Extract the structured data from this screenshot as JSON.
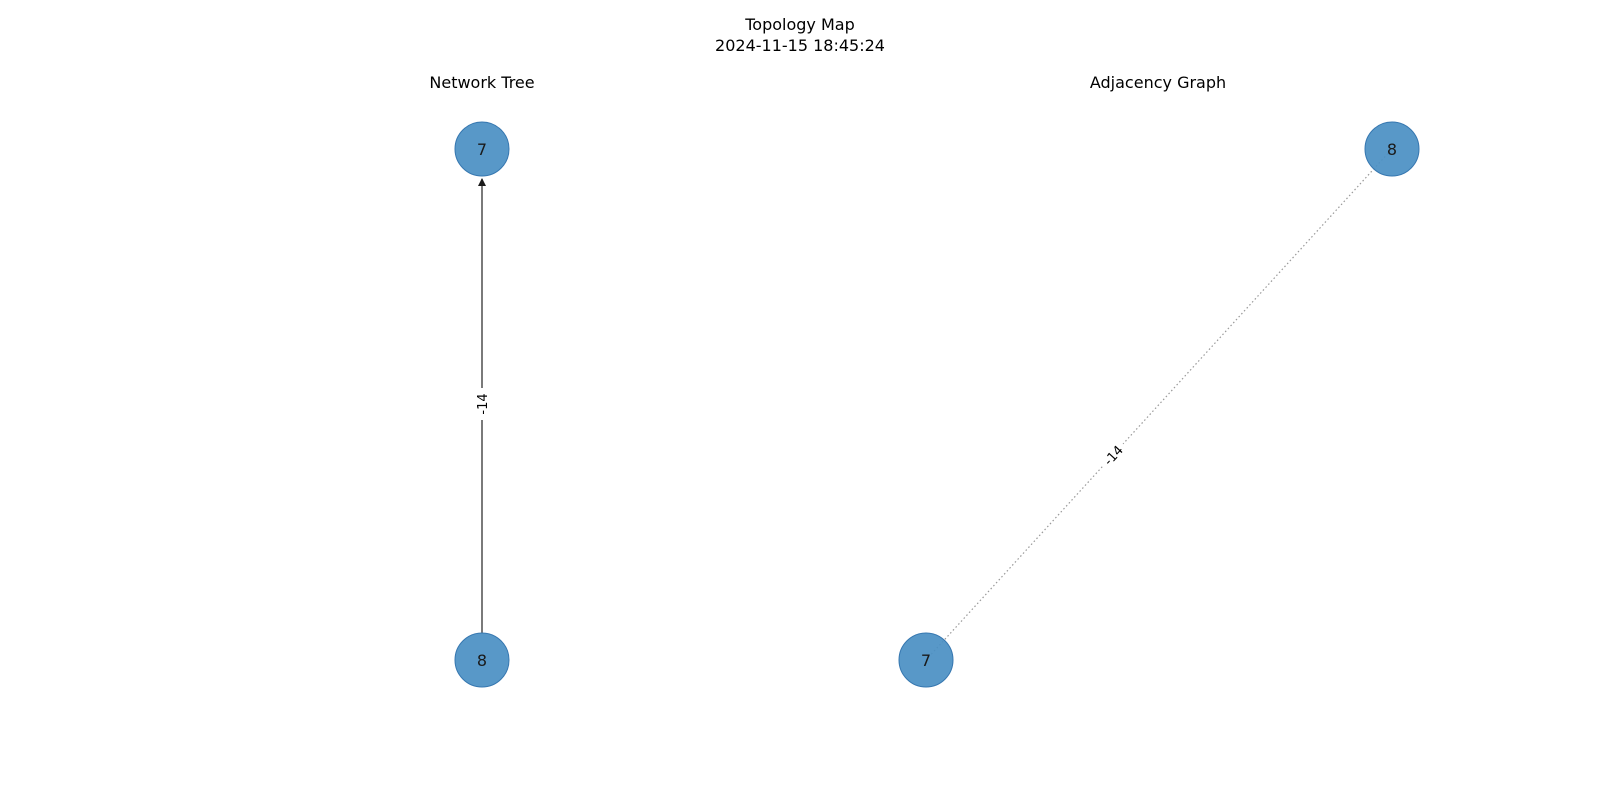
{
  "figure": {
    "title": "Topology Map",
    "timestamp": "2024-11-15 18:45:24"
  },
  "panels": [
    {
      "title": "Network Tree",
      "nodes": [
        {
          "id": "7",
          "label": "7"
        },
        {
          "id": "8",
          "label": "8"
        }
      ],
      "edges": [
        {
          "from": "8",
          "to": "7",
          "label": "-14",
          "directed": true,
          "style": "solid"
        }
      ]
    },
    {
      "title": "Adjacency Graph",
      "nodes": [
        {
          "id": "8",
          "label": "8"
        },
        {
          "id": "7",
          "label": "7"
        }
      ],
      "edges": [
        {
          "from": "7",
          "to": "8",
          "label": "-14",
          "directed": false,
          "style": "dotted"
        }
      ]
    }
  ],
  "colors": {
    "node_fill": "#4a8fc3",
    "node_stroke": "#3677b0",
    "tree_edge": "#333333",
    "graph_edge": "#999999"
  }
}
